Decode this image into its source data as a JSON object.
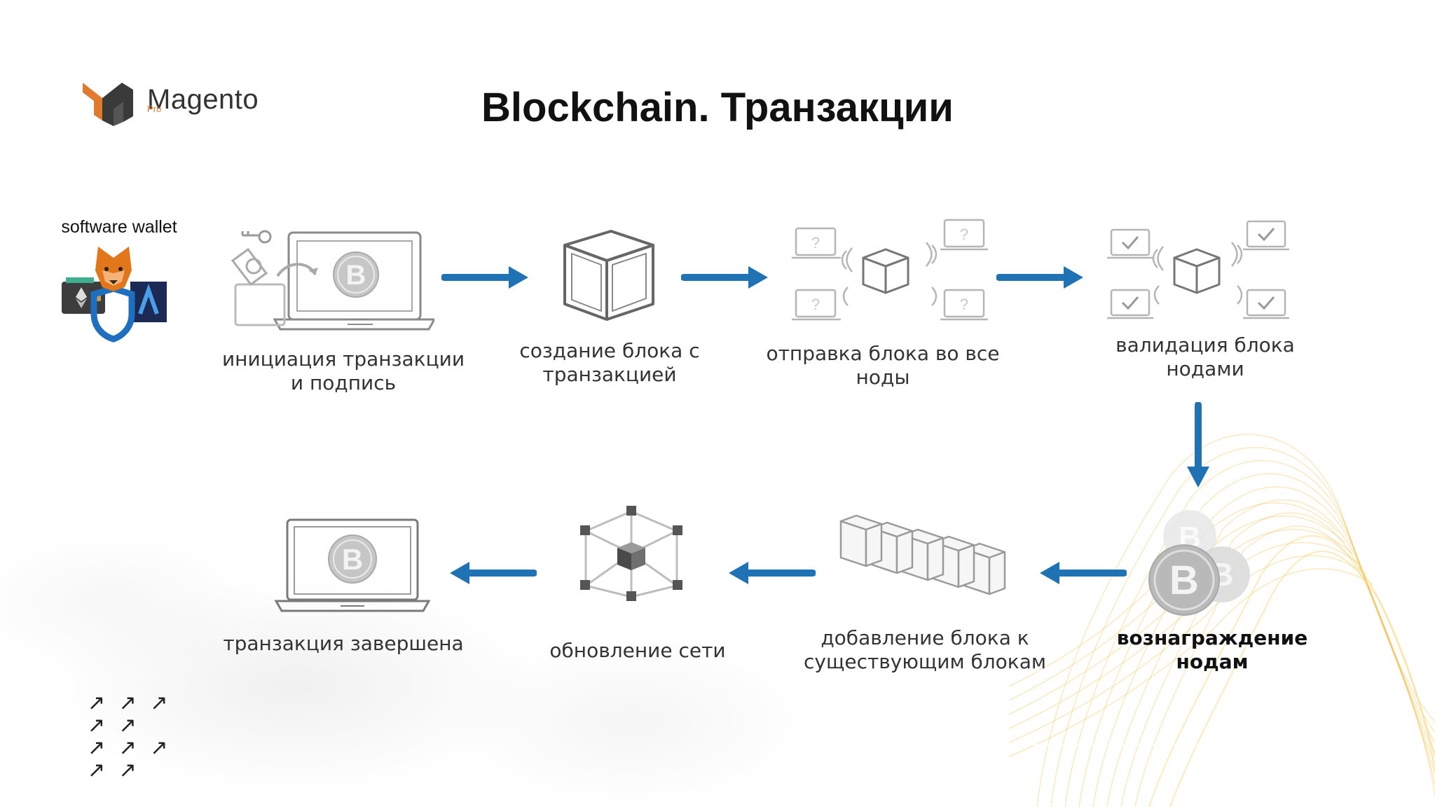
{
  "slide": {
    "title": "Blockchain. Транзакции",
    "logo": {
      "text": "Magento",
      "pro": "Pro",
      "icon": "magento-pro-logo-icon"
    },
    "wallet": {
      "label": "software wallet",
      "icons": [
        "metamask-fox-icon",
        "ethereum-wallet-icon",
        "trust-shield-icon",
        "argent-a-icon"
      ]
    },
    "steps": [
      {
        "id": "initiate",
        "label_line1": "инициация транзакции",
        "label_line2": "и подпись",
        "icon": "laptop-bitcoin-keys-icon"
      },
      {
        "id": "create",
        "label_line1": "создание блока с",
        "label_line2": "транзакцией",
        "icon": "cube-block-icon"
      },
      {
        "id": "broadcast",
        "label_line1": "отправка блока во все",
        "label_line2": "ноды",
        "icon": "block-broadcast-network-icon"
      },
      {
        "id": "validate",
        "label_line1": "валидация блока",
        "label_line2": "нодами",
        "icon": "block-validation-network-icon"
      },
      {
        "id": "reward",
        "label_line1": "вознаграждение нодам",
        "label_line2": "",
        "icon": "bitcoin-coins-icon"
      },
      {
        "id": "append",
        "label_line1": "добавление блока к",
        "label_line2": "существующим блокам",
        "icon": "chain-of-blocks-icon"
      },
      {
        "id": "update",
        "label_line1": "обновление сети",
        "label_line2": "",
        "icon": "network-cube-icon"
      },
      {
        "id": "complete",
        "label_line1": "транзакция завершена",
        "label_line2": "",
        "icon": "laptop-bitcoin-icon"
      }
    ],
    "colors": {
      "arrow": "#1f72b3",
      "title": "#111111",
      "logo_orange": "#e07a2c",
      "swirl": "#f2c14e"
    },
    "decorative": {
      "arrows_row": "↗ ↗ ↗ ↗ ↗"
    }
  }
}
